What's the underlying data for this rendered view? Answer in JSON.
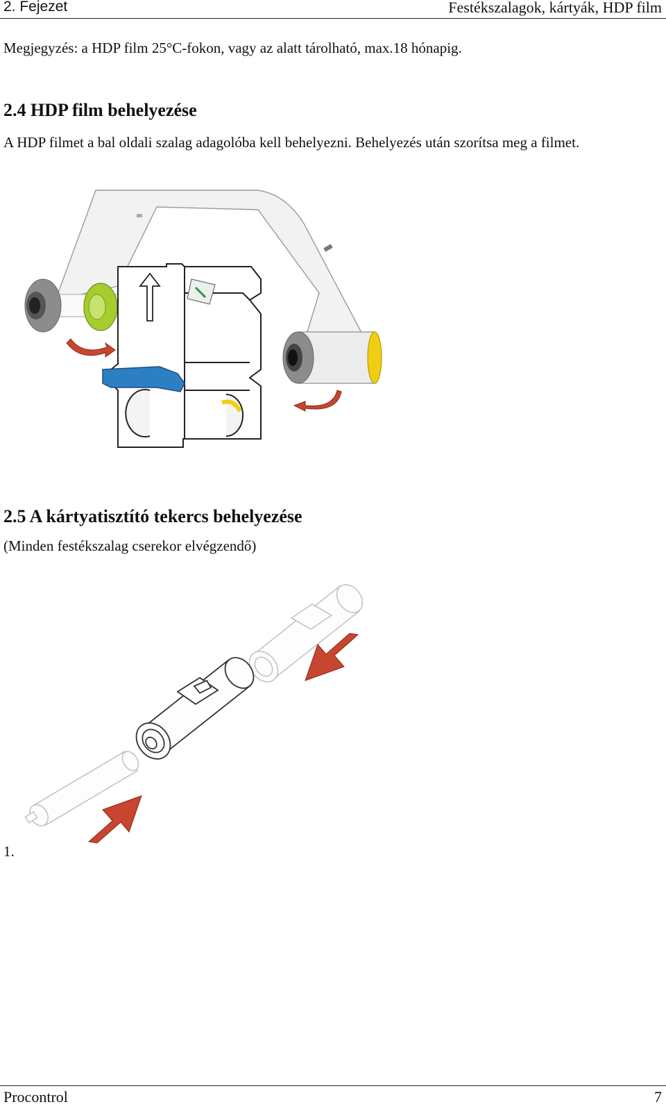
{
  "header": {
    "chapter": "2. Fejezet",
    "title": "Festékszalagok, kártyák, HDP film"
  },
  "note": "Megjegyzés: a HDP film 25°C-fokon, vagy az alatt tárolható, max.18 hónapig.",
  "section_2_4": {
    "heading": "2.4 HDP film behelyezése",
    "paragraph": "A HDP filmet a bal oldali szalag adagolóba kell behelyezni. Behelyezés után szorítsa meg a filmet."
  },
  "section_2_5": {
    "heading": "2.5 A kártyatisztító tekercs behelyezése",
    "subtitle": "(Minden festékszalag cserekor elvégzendő)",
    "step": "1."
  },
  "footer": {
    "company": "Procontrol",
    "page": "7"
  },
  "colors": {
    "accent_arrow": "#c8452f",
    "lime_spool": "#a6cd2e",
    "yellow_spool": "#f0cf12",
    "blue_latch": "#2d7fc4"
  }
}
